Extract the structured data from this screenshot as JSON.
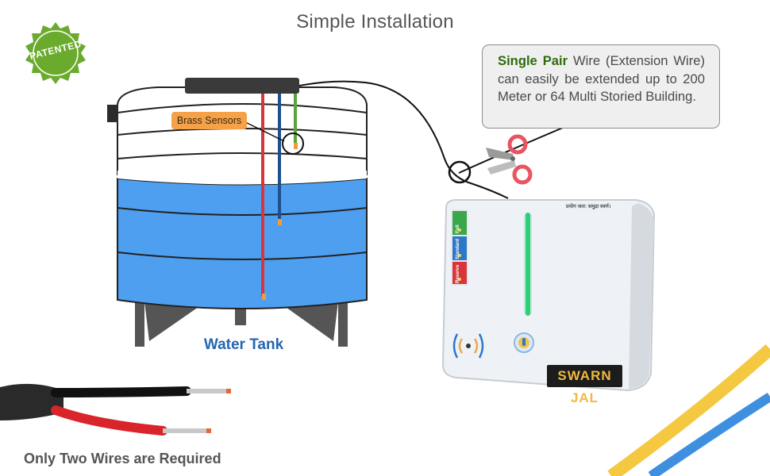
{
  "title": "Simple Installation",
  "badge": {
    "text": "PATENTED",
    "color": "#6aab2e"
  },
  "callout": {
    "highlight": "Single Pair",
    "text": " Wire (Extension Wire) can easily be extended up to 200 Meter or 64 Multi Storied Building."
  },
  "labels": {
    "brass_sensors": "Brass Sensors",
    "water_tank": "Water Tank",
    "two_wires": "Only Two Wires are Required"
  },
  "device": {
    "top_text": "प्रयोग जल: समुद्रा स्वर्ण।",
    "levels": [
      "Full",
      "Standard",
      "Reserve"
    ],
    "brand": "SWARN JAL"
  },
  "colors": {
    "water": "#4f9ff0",
    "sensor_red": "#d8343a",
    "sensor_blue": "#1f4f8c",
    "sensor_green": "#5aa33a",
    "accent_yellow": "#f5c842",
    "accent_blue": "#3f8fe0"
  },
  "icons": [
    "scissors-icon",
    "signal-icon",
    "touch-icon"
  ]
}
